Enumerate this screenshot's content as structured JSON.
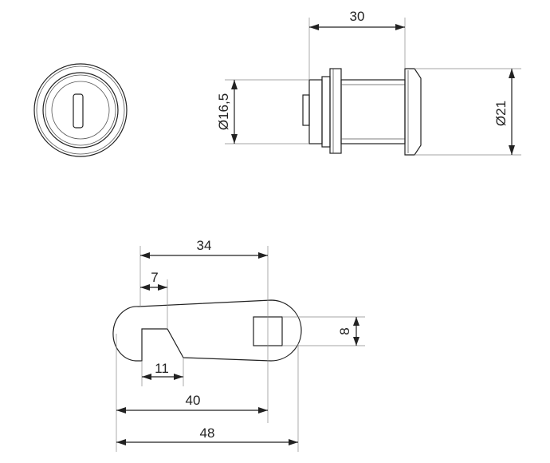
{
  "dimensions": {
    "body_length": "30",
    "body_diameter": "Ø16,5",
    "flange_diameter": "Ø21",
    "cam_arm_length": "34",
    "slot_offset": "7",
    "slot_width": "11",
    "cam_length_40": "40",
    "cam_length_48": "48",
    "square_size": "8"
  }
}
